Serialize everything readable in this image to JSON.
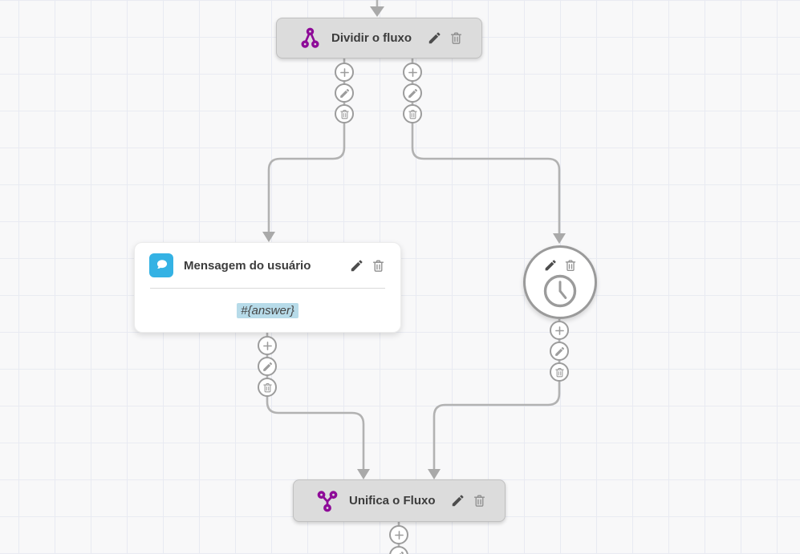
{
  "colors": {
    "accent_purple": "#8e0b98",
    "message_icon_blue": "#34b2e4",
    "variable_highlight_blue": "#b7dbe9",
    "connector_gray": "#b2b2b2",
    "node_gray": "#dcdcdc",
    "canvas_background": "#f8f8f9",
    "grid_line": "#e8eaf2"
  },
  "nodes": {
    "split": {
      "title": "Dividir o fluxo"
    },
    "message": {
      "title": "Mensagem do usuário",
      "content": "#{answer}"
    },
    "merge": {
      "title": "Unifica o Fluxo"
    }
  },
  "icons": {
    "split": "split-flow-icon",
    "message": "chat-bubble-icon",
    "delay": "clock-icon",
    "merge": "merge-flow-icon",
    "port_add": "plus-icon",
    "port_edit": "pencil-icon",
    "port_delete": "trash-icon",
    "node_edit": "pencil-icon",
    "node_delete": "trash-icon"
  }
}
